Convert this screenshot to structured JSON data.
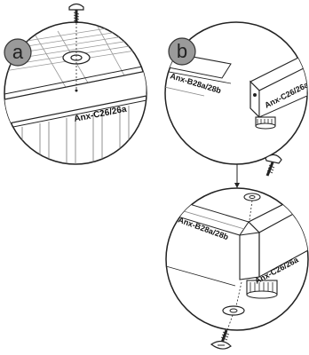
{
  "panels": {
    "a": {
      "badge": "a",
      "labels": [
        "Anx-C26/26a"
      ]
    },
    "b": {
      "badge": "b",
      "labels": [
        "Anx-B28a/28b",
        "Anx-C26/26a"
      ]
    },
    "c": {
      "labels": [
        "Anx-B28a/28b",
        "Anx-C26/26a"
      ]
    }
  }
}
